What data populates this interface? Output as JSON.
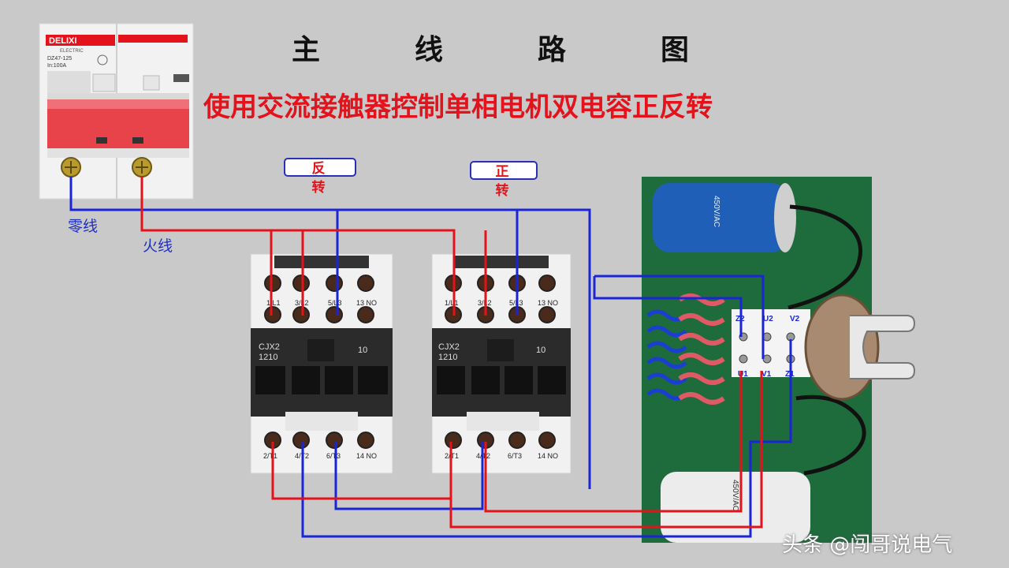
{
  "title": "主　线　路　图",
  "subtitle": "使用交流接触器控制单相电机双电容正反转",
  "labels": {
    "reverse": "反 转",
    "forward": "正 转",
    "neutral": "零线",
    "live": "火线"
  },
  "breaker": {
    "brand": "DELIXI",
    "brand_sub": "ELECTRIC",
    "model": "DZ47-125",
    "rating": "In:100A"
  },
  "contactors": [
    {
      "model_line1": "CJX2",
      "model_line2": "1210",
      "aux_code": "10",
      "top_terminals": [
        "1/L1",
        "3/L2",
        "5/L3",
        "13 NO"
      ],
      "bottom_terminals": [
        "2/T1",
        "4/T2",
        "6/T3",
        "14 NO"
      ]
    },
    {
      "model_line1": "CJX2",
      "model_line2": "1210",
      "aux_code": "10",
      "top_terminals": [
        "1/L1",
        "3/L2",
        "5/L3",
        "13 NO"
      ],
      "bottom_terminals": [
        "2/T1",
        "4/T2",
        "6/T3",
        "14 NO"
      ]
    }
  ],
  "motor_terminals": {
    "top": [
      "Z2",
      "U2",
      "V2"
    ],
    "bottom": [
      "U1",
      "V1",
      "Z1"
    ]
  },
  "capacitors": {
    "start_marking": "450V/AC",
    "run_marking": "450V/AC"
  },
  "watermark": "头条 @闯哥说电气",
  "colors": {
    "live_wire": "#e3121b",
    "neutral_wire": "#1a25d8",
    "panel_green": "#1e6b3c",
    "breaker_handle": "#e8434a",
    "contactor_body": "#2b2b2b"
  }
}
